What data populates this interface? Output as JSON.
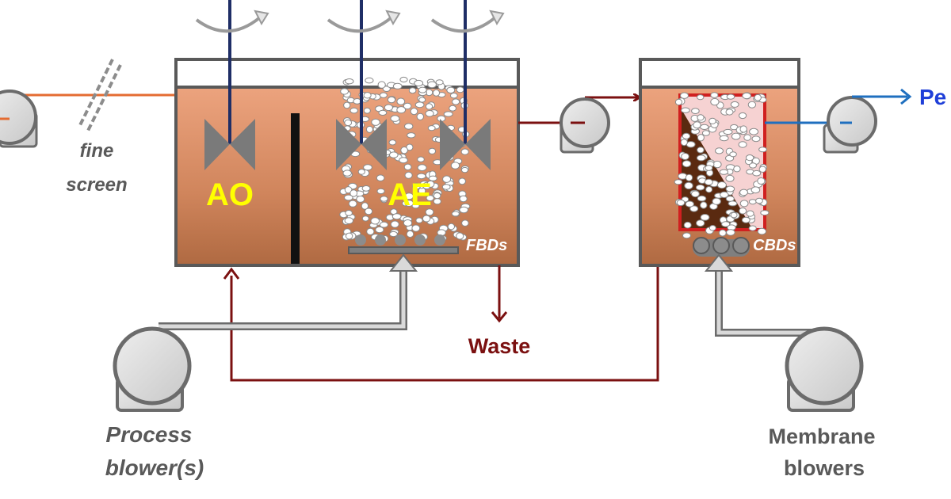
{
  "labels": {
    "fine_screen_line1": "fine",
    "fine_screen_line2": "screen",
    "anoxic_zone": "AO",
    "aerobic_zone": "AE",
    "fine_bubble_diffusers": "FBDs",
    "coarse_bubble_diffusers": "CBDs",
    "waste": "Waste",
    "permeate": "Pe",
    "process_blowers_line1": "Process",
    "process_blowers_line2": "blower(s)",
    "membrane_blowers_line1": "Membrane",
    "membrane_blowers_line2": "blowers"
  },
  "colors": {
    "influent_line": "#e46c32",
    "recycle_line": "#7b1010",
    "permeate_line": "#1f6fbf",
    "permeate_text": "#1f3fd8",
    "zone_label": "#ffff00",
    "tank_outline": "#595959",
    "pump_fill": "#d9d9d9",
    "mixer_shaft": "#1f2e66",
    "sludge": "#5a2a10",
    "membrane_frame": "#d02020"
  },
  "icons": {
    "pump": "centrifugal-pump-icon",
    "mixer": "mixer-impeller-icon",
    "rotation": "rotation-arrow-icon",
    "screen": "fine-screen-icon",
    "blower": "blower-icon"
  }
}
